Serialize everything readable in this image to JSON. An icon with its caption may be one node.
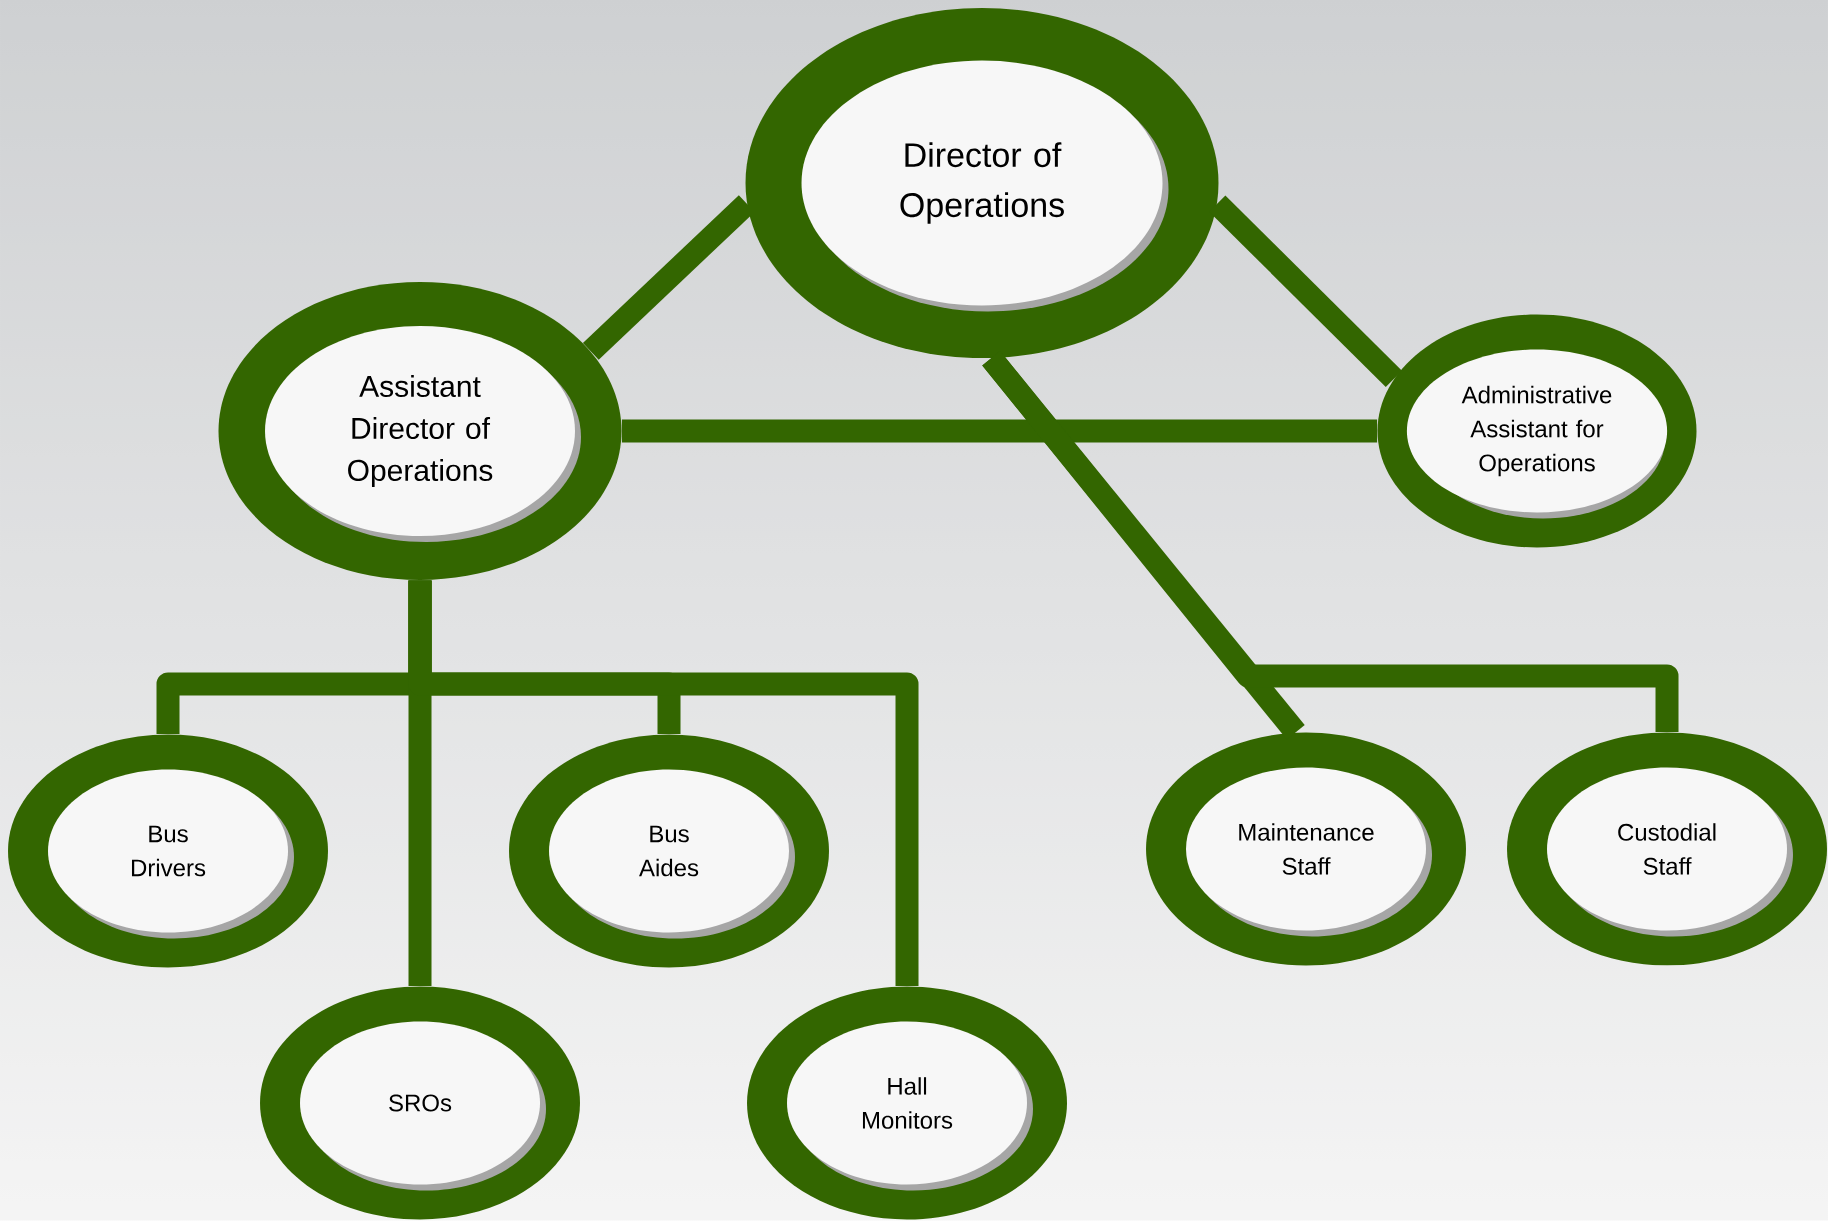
{
  "diagram": {
    "nodes": [
      {
        "text": [
          "Director of Operations"
        ]
      },
      {
        "text": [
          "Assistant Director of Operations"
        ]
      },
      {
        "text": [
          "Administrative Assistant for Operations"
        ]
      },
      {
        "text": [
          "Bus Drivers"
        ]
      },
      {
        "text": [
          "Bus Aides"
        ]
      },
      {
        "text": [
          "SROs"
        ]
      },
      {
        "text": [
          "Hall Monitors"
        ]
      },
      {
        "text": [
          "Maintenance Staff"
        ]
      },
      {
        "text": [
          "Custodial Staff"
        ]
      }
    ],
    "edges": [
      {
        "from": 0,
        "to": 1,
        "arrow": "none"
      },
      {
        "from": 0,
        "to": 2,
        "arrow": "none"
      },
      {
        "from": 1,
        "to": 2,
        "arrow": "none"
      },
      {
        "from": 0,
        "to": 7,
        "arrow": "none"
      },
      {
        "from": 0,
        "to": 8,
        "arrow": "none"
      },
      {
        "from": 1,
        "to": 3,
        "arrow": "none"
      },
      {
        "from": 1,
        "to": 4,
        "arrow": "none"
      },
      {
        "from": 1,
        "to": 5,
        "arrow": "none"
      },
      {
        "from": 1,
        "to": 6,
        "arrow": "none"
      }
    ]
  }
}
